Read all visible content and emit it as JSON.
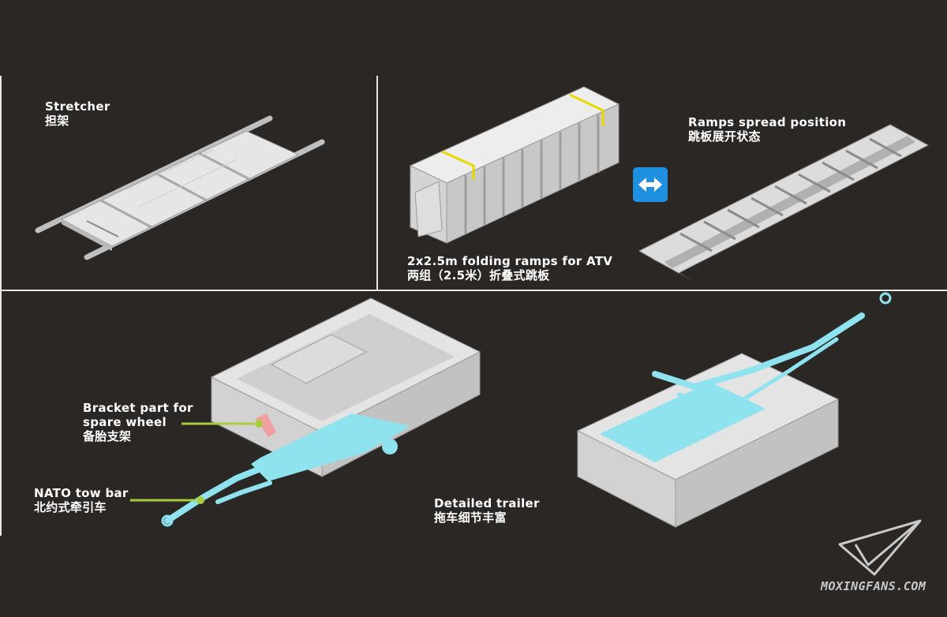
{
  "stretcher": {
    "title_en": "Stretcher",
    "title_cn": "担架"
  },
  "ramps_folded": {
    "title_en": "2x2.5m folding ramps for ATV",
    "title_cn": "两组（2.5米）折叠式跳板"
  },
  "ramps_spread": {
    "title_en": "Ramps spread position",
    "title_cn": "跳板展开状态"
  },
  "bracket": {
    "line1": "Bracket part for",
    "line2": "spare wheel",
    "title_cn": "备胎支架"
  },
  "towbar": {
    "title_en": "NATO tow bar",
    "title_cn": "北约式牵引车"
  },
  "trailer": {
    "title_en": "Detailed trailer",
    "title_cn": "拖车细节丰富"
  },
  "watermark": {
    "text": "MOXINGFANS.COM"
  },
  "icons": {
    "swap": "swap-arrows-icon",
    "logo": "paper-plane-icon"
  },
  "colors": {
    "background": "#2b2725",
    "part_grey": "#d6d6d6",
    "part_cyan": "#8fe3ef",
    "bracket_pink": "#f0a0a0",
    "leader_line": "#a8cc3c",
    "accent_blue": "#1f8fe0"
  }
}
